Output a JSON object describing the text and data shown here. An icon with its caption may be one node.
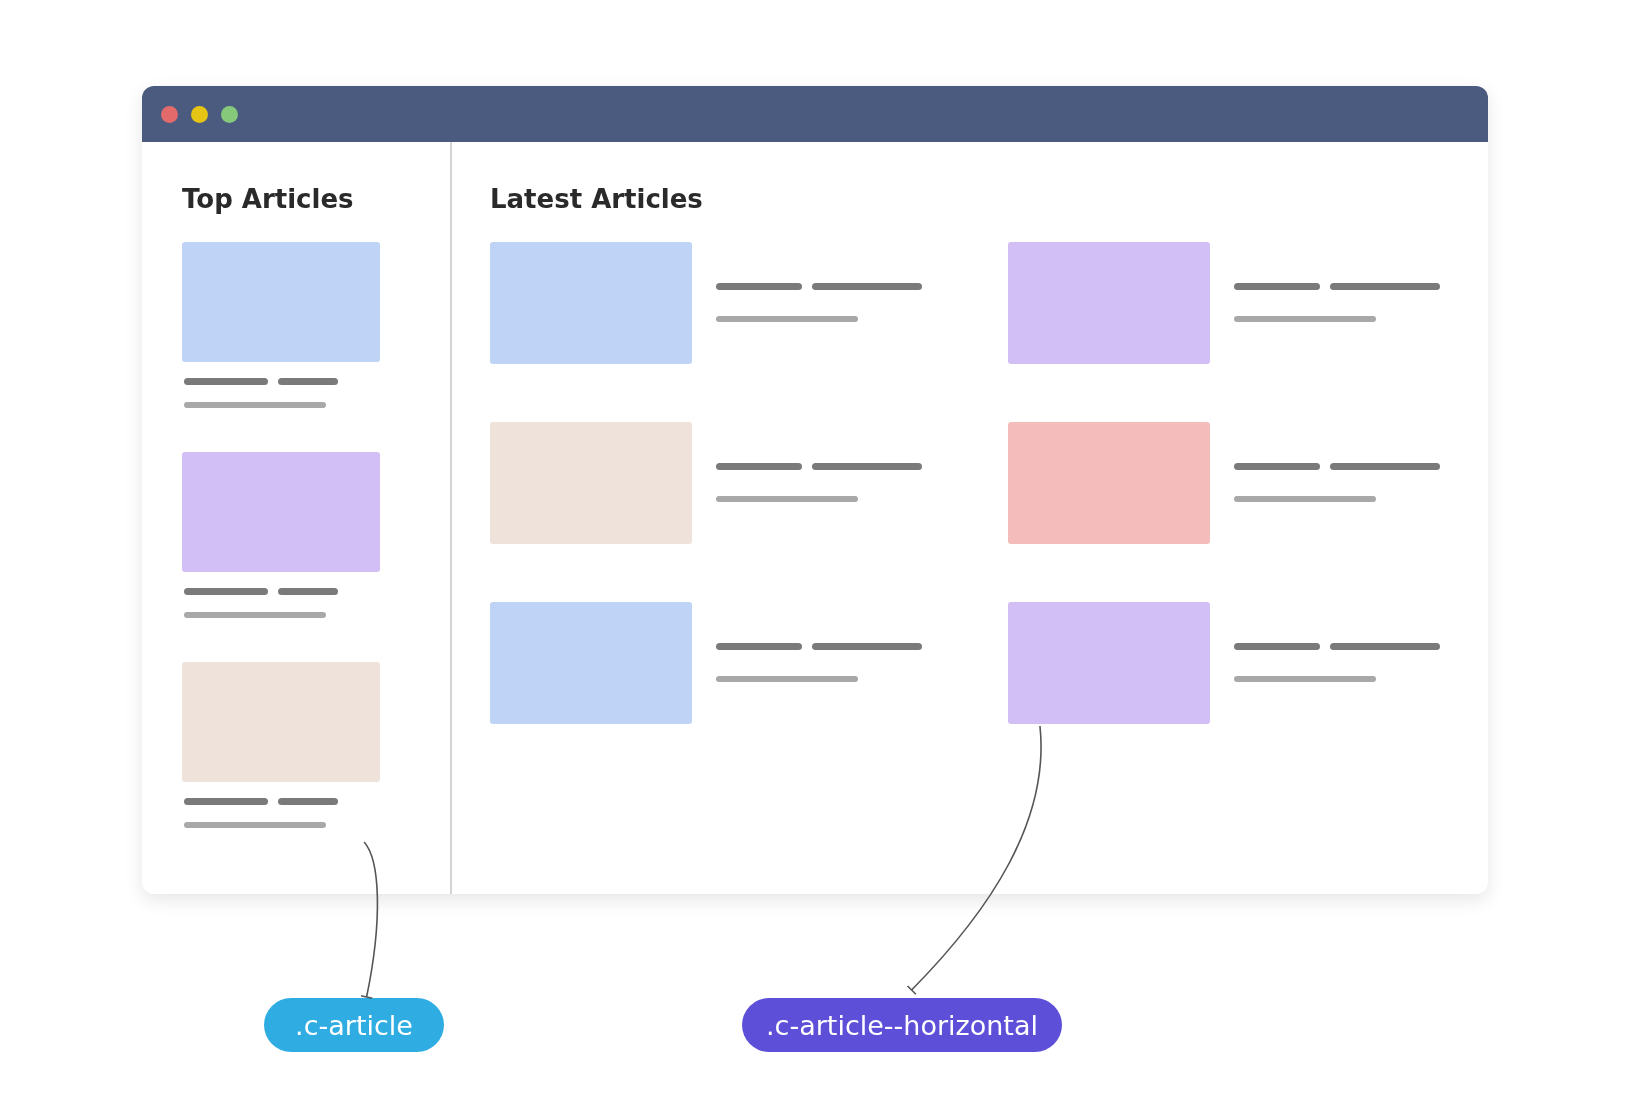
{
  "diagram": {
    "nodes": [
      {
        "text": [
          "Top Articles"
        ]
      },
      {
        "text": [
          "Latest Articles"
        ]
      },
      {
        "text": [],
        "shape": "box",
        "in": 0
      },
      {
        "text": [],
        "shape": "box",
        "in": 0
      },
      {
        "text": [],
        "shape": "box",
        "in": 0
      },
      {
        "text": [],
        "shape": "box",
        "in": 1
      },
      {
        "text": [],
        "shape": "box",
        "in": 1
      },
      {
        "text": [],
        "shape": "box",
        "in": 1
      },
      {
        "text": [],
        "shape": "box",
        "in": 1
      },
      {
        "text": [],
        "shape": "box",
        "in": 1
      },
      {
        "text": [],
        "shape": "box",
        "in": 1
      },
      {
        "text": [
          ".c-article"
        ]
      },
      {
        "text": [
          ".c-article--horizontal"
        ]
      }
    ],
    "edges": [
      {
        "from": 11,
        "to": 4,
        "arrow": "other"
      },
      {
        "from": 12,
        "to": 10,
        "arrow": "other"
      }
    ]
  }
}
